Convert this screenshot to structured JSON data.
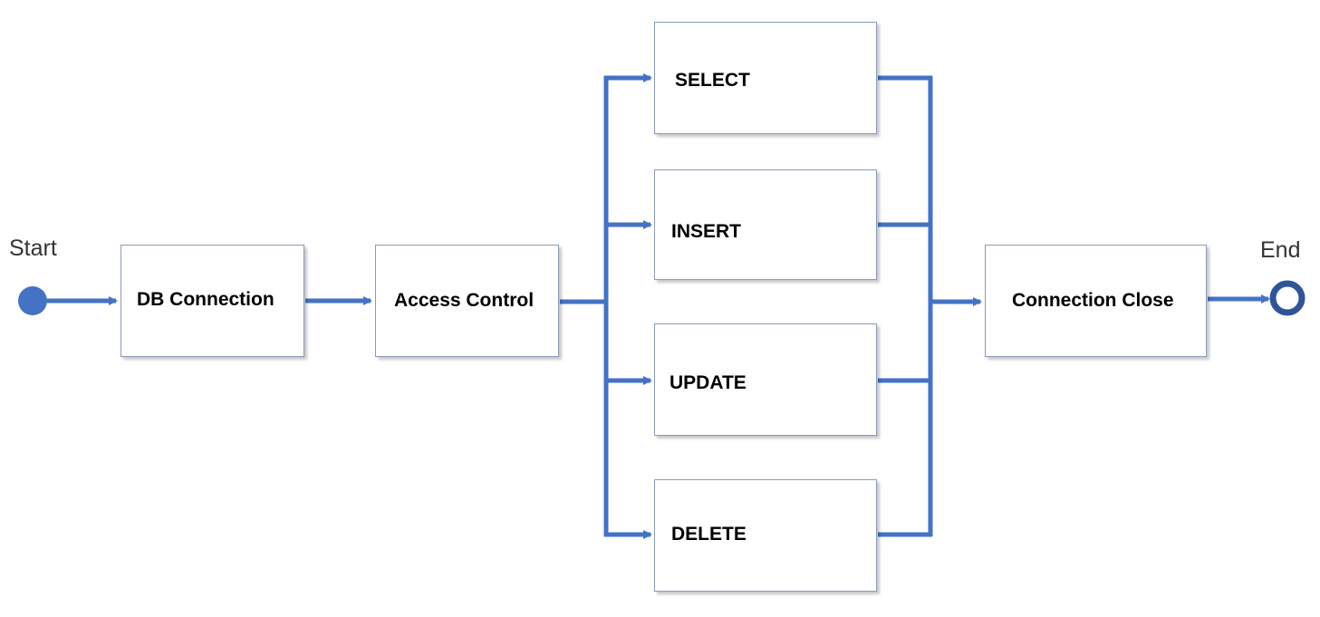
{
  "diagram": {
    "start_label": "Start",
    "end_label": "End",
    "nodes": {
      "db_connection": "DB Connection",
      "access_control": "Access Control",
      "select": "SELECT",
      "insert": "INSERT",
      "update": "UPDATE",
      "delete": "DELETE",
      "connection_close": "Connection Close"
    },
    "colors": {
      "edge": "#4472c4",
      "start_node": "#4472c4",
      "end_node": "#2f5597",
      "box_border": "#8a9bb8"
    }
  }
}
